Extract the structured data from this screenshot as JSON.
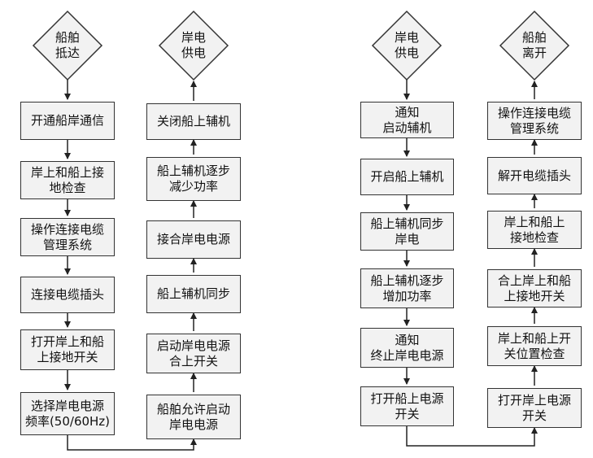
{
  "diagrams": {
    "arrival_start": "船舶\n抵达",
    "arrival_end": "岸电\n供电",
    "departure_start": "岸电\n供电",
    "departure_end": "船舶\n离开"
  },
  "steps": {
    "arrival_left": [
      "开通船岸通信",
      "岸上和船上接\n地检查",
      "操作连接电缆\n管理系统",
      "连接电缆插头",
      "打开岸上和船\n上接地开关",
      "选择岸电电源\n频率(50/60Hz)"
    ],
    "arrival_right": [
      "关闭船上辅机",
      "船上辅机逐步\n减少功率",
      "接合岸电电源",
      "船上辅机同步",
      "启动岸电电源\n合上开关",
      "船舶允许启动\n岸电电源"
    ],
    "departure_left": [
      "通知\n启动辅机",
      "开启船上辅机",
      "船上辅机同步\n岸电",
      "船上辅机逐步\n增加功率",
      "通知\n终止岸电电源",
      "打开船上电源\n开关"
    ],
    "departure_right": [
      "操作连接电缆\n管理系统",
      "解开电缆插头",
      "岸上和船上\n接地检查",
      "合上岸上和船\n上接地开关",
      "岸上和船上开\n关位置检查",
      "打开岸上电源\n开关"
    ]
  },
  "colors": {
    "box_fill": "#f2f2f2",
    "line": "#333333",
    "text": "#111111"
  }
}
